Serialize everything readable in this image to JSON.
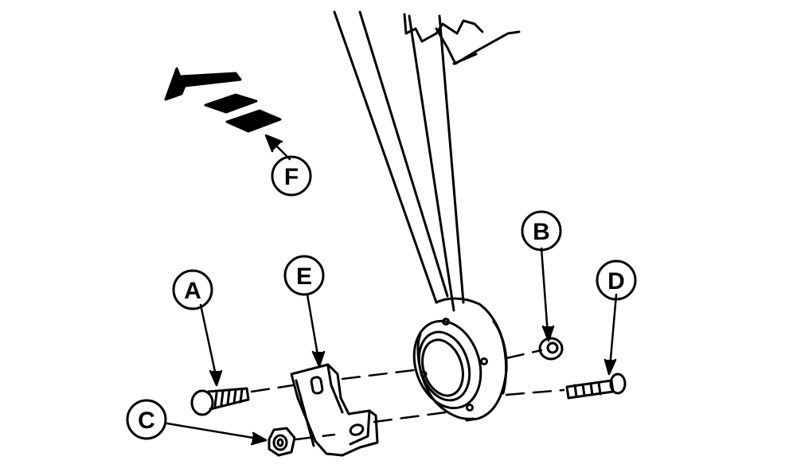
{
  "diagram": {
    "callouts": {
      "A": "A",
      "B": "B",
      "C": "C",
      "D": "D",
      "E": "E",
      "F": "F"
    },
    "colors": {
      "ink": "#000000",
      "paper": "#ffffff"
    }
  }
}
